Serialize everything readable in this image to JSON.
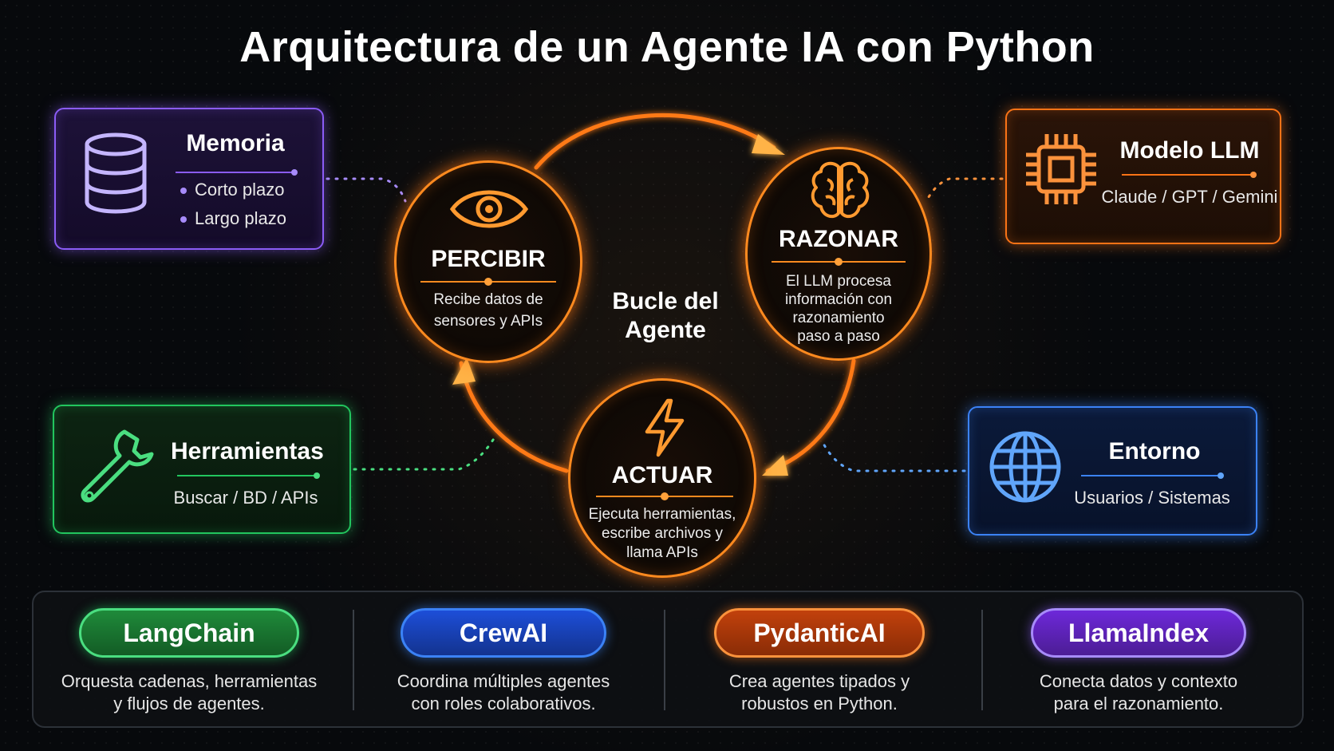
{
  "title": "Arquitectura de un Agente IA con Python",
  "center_label_line1": "Bucle del",
  "center_label_line2": "Agente",
  "nodes": {
    "percibir": {
      "title": "PERCIBIR",
      "desc_line1": "Recibe datos de",
      "desc_line2": "sensores y APIs",
      "icon": "eye-icon"
    },
    "razonar": {
      "title": "RAZONAR",
      "desc_line1": "El LLM procesa",
      "desc_line2": "información con",
      "desc_line3": "razonamiento",
      "desc_line4": "paso a paso",
      "icon": "brain-icon"
    },
    "actuar": {
      "title": "ACTUAR",
      "desc_line1": "Ejecuta herramientas,",
      "desc_line2": "escribe archivos y",
      "desc_line3": "llama APIs",
      "icon": "lightning-icon"
    }
  },
  "side_boxes": {
    "memoria": {
      "title": "Memoria",
      "items": [
        "Corto plazo",
        "Largo plazo"
      ],
      "icon": "database-icon",
      "color": "#8b5cf6"
    },
    "modelo_llm": {
      "title": "Modelo LLM",
      "subtitle": "Claude / GPT / Gemini",
      "icon": "chip-icon",
      "color": "#f97316"
    },
    "herramientas": {
      "title": "Herramientas",
      "subtitle": "Buscar / BD / APIs",
      "icon": "wrench-icon",
      "color": "#22c55e"
    },
    "entorno": {
      "title": "Entorno",
      "subtitle": "Usuarios / Sistemas",
      "icon": "globe-icon",
      "color": "#3b82f6"
    }
  },
  "frameworks": [
    {
      "name": "LangChain",
      "desc_line1": "Orquesta cadenas, herramientas",
      "desc_line2": "y flujos de agentes.",
      "color": "#22c55e"
    },
    {
      "name": "CrewAI",
      "desc_line1": "Coordina múltiples agentes",
      "desc_line2": "con roles colaborativos.",
      "color": "#2563eb"
    },
    {
      "name": "PydanticAI",
      "desc_line1": "Crea agentes tipados y",
      "desc_line2": "robustos en Python.",
      "color": "#ea580c"
    },
    {
      "name": "LlamaIndex",
      "desc_line1": "Conecta datos y contexto",
      "desc_line2": "para el razonamiento.",
      "color": "#7c3aed"
    }
  ]
}
